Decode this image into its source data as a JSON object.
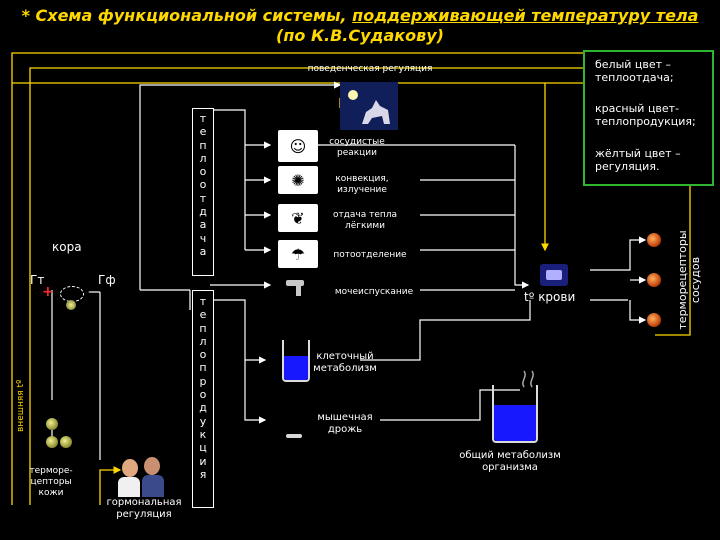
{
  "title": {
    "prefix": "* Схема функциональной системы, ",
    "underlined": "поддерживающей температуру тела",
    "line2": "(по К.В.Судакову)"
  },
  "legend": {
    "white": "белый цвет – теплоотдача;",
    "red": "красный цвет- теплопродукция;",
    "yellow": "жёлтый цвет – регуляция."
  },
  "labels": {
    "behavioral": "поведенческая регуляция",
    "vascular": "сосудистые реакции",
    "convection": "конвекция, излучение",
    "lung": "отдача тепла лёгкими",
    "sweat": "потоотделение",
    "urination": "мочеиспускание",
    "cellular": "клеточный метаболизм",
    "shiver": "мышечная дрожь",
    "total_metabolism": "общий метаболизм организма",
    "blood_temp_sym": "tº",
    "blood_temp_word": "крови",
    "cortex": "кора",
    "gt": "Гт",
    "gf": "Гф",
    "plus": "+",
    "minus": "–",
    "external_temp": "внешняя tº",
    "skin_receptors": "терморе-цепторы кожи",
    "hormonal": "гормональная регуляция",
    "vessel_receptors": "терморецепторы сосудов"
  },
  "heat_loss_word": [
    "т",
    "е",
    "п",
    "л",
    "о",
    "о",
    "т",
    "д",
    "а",
    "ч",
    "а"
  ],
  "heat_prod_word": [
    "т",
    "е",
    "п",
    "л",
    "о",
    "п",
    "р",
    "о",
    "д",
    "у",
    "к",
    "ц",
    "и",
    "я"
  ],
  "colors": {
    "yellow": "#ffd800",
    "red": "#ff2a2a",
    "white": "#ffffff",
    "legend_border": "#2fb52f",
    "blue": "#1818ff"
  },
  "icons": [
    "moon-wolf-icon",
    "face-icon",
    "fan-icon",
    "lungs-icon",
    "sweat-icon",
    "faucet-icon",
    "glass-icon",
    "hand-icon",
    "thermometer-icon",
    "couple-icon"
  ]
}
